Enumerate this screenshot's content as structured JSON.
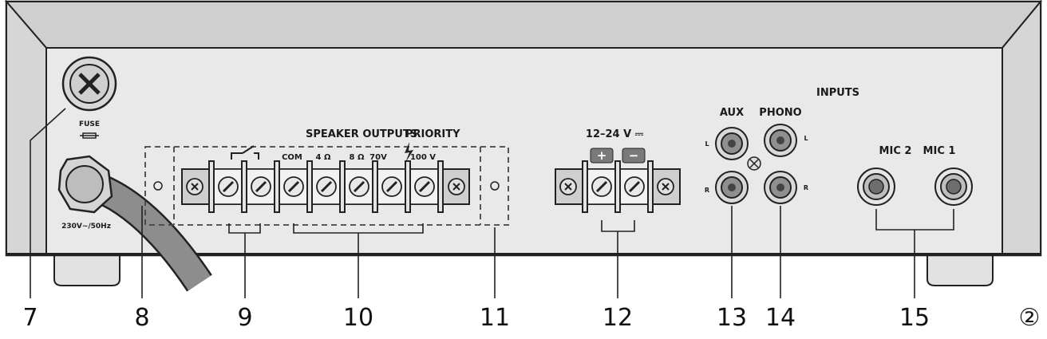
{
  "figure_number": "②",
  "labels": {
    "fuse": "FUSE",
    "mains": "230V~/50Hz",
    "speaker_outputs": "SPEAKER OUTPUTS",
    "priority": "PRIORITY",
    "com": "COM",
    "ohm4": "4 Ω",
    "ohm8": "8 Ω",
    "v70": "70V",
    "v100": "100 V",
    "dc": "12–24 V ⎓",
    "plus": "+",
    "minus": "−",
    "inputs": "INPUTS",
    "aux": "AUX",
    "phono": "PHONO",
    "left": "L",
    "right": "R",
    "mic2": "MIC 2",
    "mic1": "MIC 1"
  },
  "callouts": [
    "7",
    "8",
    "9",
    "10",
    "11",
    "12",
    "13",
    "14",
    "15"
  ]
}
